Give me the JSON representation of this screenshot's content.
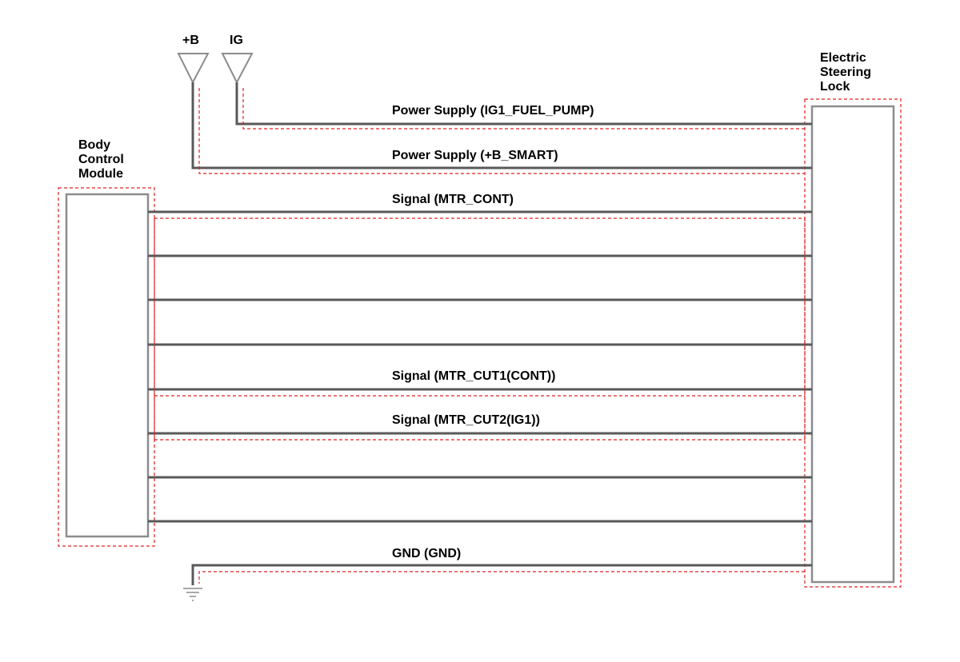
{
  "sources": {
    "b_plus_label": "+B",
    "ig_label": "IG"
  },
  "components": {
    "bcm_label": [
      "Body",
      "Control",
      "Module"
    ],
    "esl_label": [
      "Electric",
      "Steering",
      "Lock"
    ]
  },
  "wires": {
    "power_ig1_label": "Power Supply (IG1_FUEL_PUMP)",
    "power_b_smart_label": "Power Supply (+B_SMART)",
    "signal_mtr_cont_label": "Signal (MTR_CONT)",
    "signal_mtr_cut1_label": "Signal (MTR_CUT1(CONT))",
    "signal_mtr_cut2_label": "Signal (MTR_CUT2(IG1))",
    "gnd_label": "GND (GND)"
  },
  "colors": {
    "wire": "#595959",
    "box_outline": "#8c8c8c",
    "highlight_dash": "#e02020"
  },
  "icons": {
    "b_plus_source": "triangle-source-icon",
    "ig_source": "triangle-source-icon",
    "ground": "ground-icon"
  }
}
